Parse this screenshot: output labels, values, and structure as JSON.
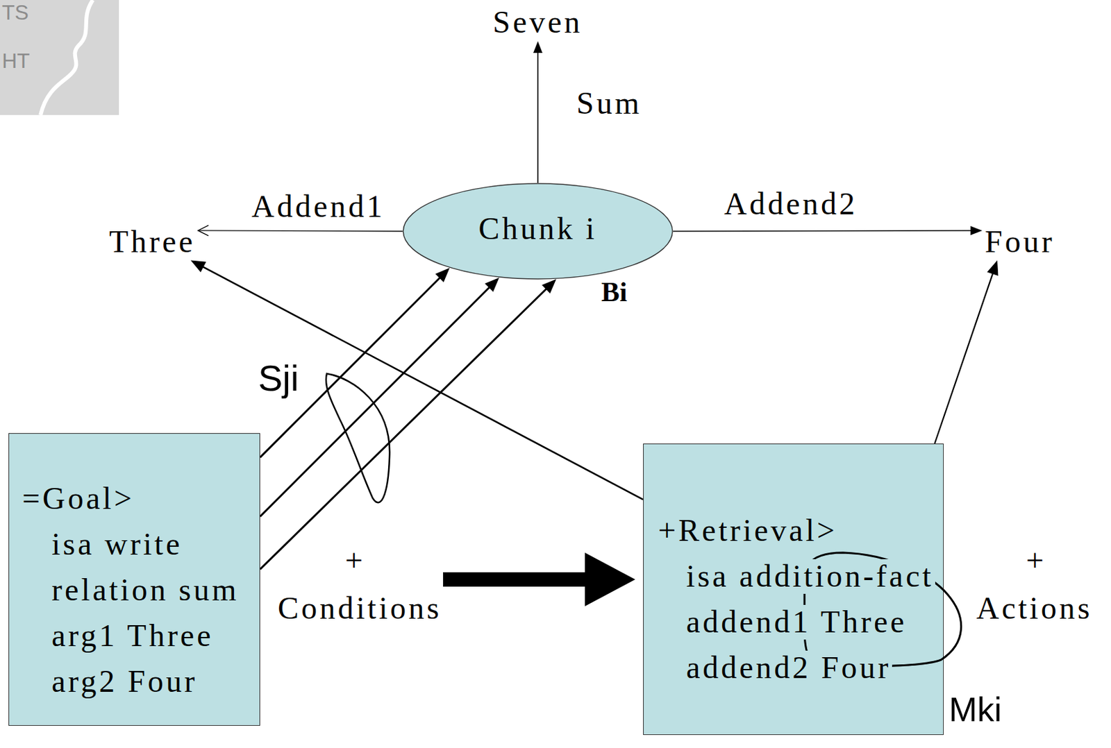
{
  "diagram": {
    "nodes": [
      {
        "text": [
          "Seven"
        ]
      },
      {
        "text": [
          "Three"
        ]
      },
      {
        "text": [
          "Chunk i"
        ]
      },
      {
        "text": [
          "Four"
        ]
      },
      {
        "text": [
          "=Goal>",
          "isa write",
          "relation sum",
          "arg1 Three",
          "arg2 Four"
        ]
      },
      {
        "text": [
          "+Retrieval>",
          "isa addition-fact",
          "addend1 Three",
          "addend2 Four"
        ]
      }
    ],
    "edges": [
      {
        "from": 2,
        "to": 0,
        "arrow": "to",
        "label": "Sum"
      },
      {
        "from": 2,
        "to": 1,
        "arrow": "to",
        "label": "Addend1"
      },
      {
        "from": 2,
        "to": 3,
        "arrow": "to",
        "label": "Addend2"
      },
      {
        "from": 4,
        "to": 2,
        "arrow": "to"
      },
      {
        "from": 4,
        "to": 2,
        "arrow": "to"
      },
      {
        "from": 4,
        "to": 2,
        "arrow": "to"
      },
      {
        "from": 5,
        "to": 1,
        "arrow": "to"
      },
      {
        "from": 5,
        "to": 3,
        "arrow": "to"
      }
    ],
    "labels": [
      "TS",
      "HT",
      "Bi",
      "Sji",
      "+",
      "Conditions",
      "+",
      "Actions",
      "Mki"
    ]
  }
}
